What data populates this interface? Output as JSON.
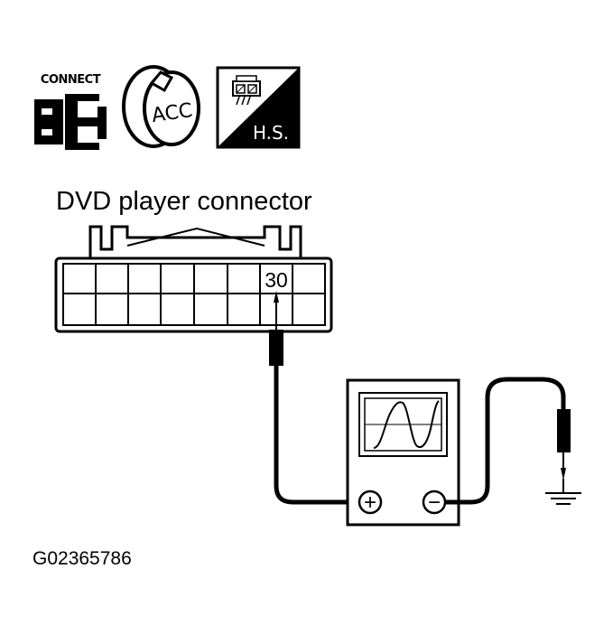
{
  "icons": {
    "connect": {
      "label": "CONNECT",
      "icon": "connector-connect-icon"
    },
    "ignition": {
      "label": "ACC",
      "icon": "ignition-key-acc-icon"
    },
    "harness_side": {
      "label": "H.S.",
      "icon": "harness-side-icon"
    }
  },
  "connector": {
    "title": "DVD player connector",
    "terminal": "30"
  },
  "oscilloscope": {
    "positive_symbol": "+",
    "negative_symbol": "−",
    "icon": "oscilloscope-icon",
    "ground_icon": "ground-icon"
  },
  "figure_id": "G02365786"
}
